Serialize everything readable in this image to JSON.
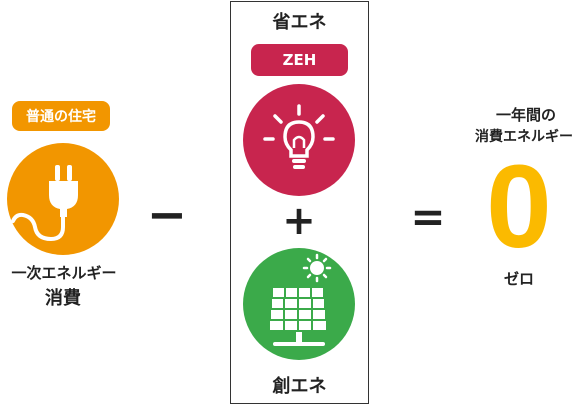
{
  "left": {
    "badge": "普通の住宅",
    "label_line1": "一次エネルギー",
    "label_line2": "消費"
  },
  "operators": {
    "minus": "−",
    "plus": "+",
    "equals": "="
  },
  "center": {
    "top_label": "省エネ",
    "zeh_badge": "ZEH",
    "bottom_label": "創エネ"
  },
  "right": {
    "label_line1": "一年間の",
    "label_line2": "消費エネルギー",
    "zero": "0",
    "zero_caption": "ゼロ"
  },
  "icons": {
    "plug": "power-plug-icon",
    "bulb": "light-bulb-icon",
    "solar": "solar-panel-icon"
  },
  "colors": {
    "orange": "#F29600",
    "crimson": "#C8254E",
    "green": "#3BAA4A",
    "zero_yellow": "#FBBA00"
  }
}
